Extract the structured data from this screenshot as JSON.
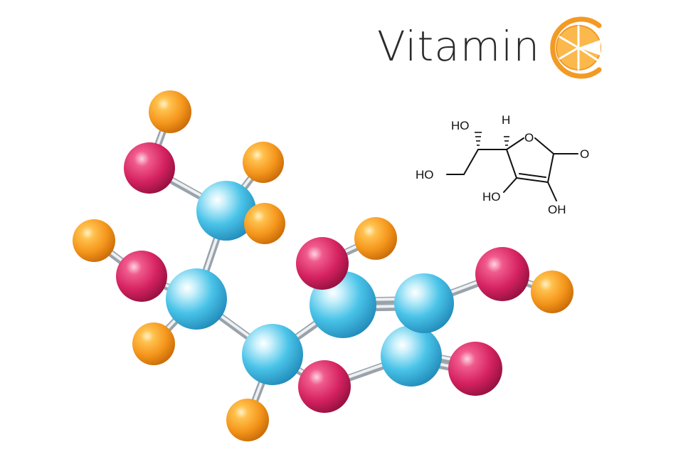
{
  "title": {
    "text": "Vitamin",
    "logo_letter": "C",
    "logo_icon": "orange-slice-icon",
    "logo_color": "#f39a24"
  },
  "formula": {
    "labels": {
      "ho_top": "HO",
      "h_top": "H",
      "o_ring": "O",
      "o_carbonyl": "O",
      "ho_left": "HO",
      "ho_bottom_left": "HO",
      "oh_bottom_right": "OH"
    }
  },
  "colors": {
    "carbon": "#4bc7ea",
    "oxygen": "#d9245f",
    "hydrogen": "#f59a20",
    "bond": "#c6cdd3",
    "text": "#2b2b2b"
  }
}
